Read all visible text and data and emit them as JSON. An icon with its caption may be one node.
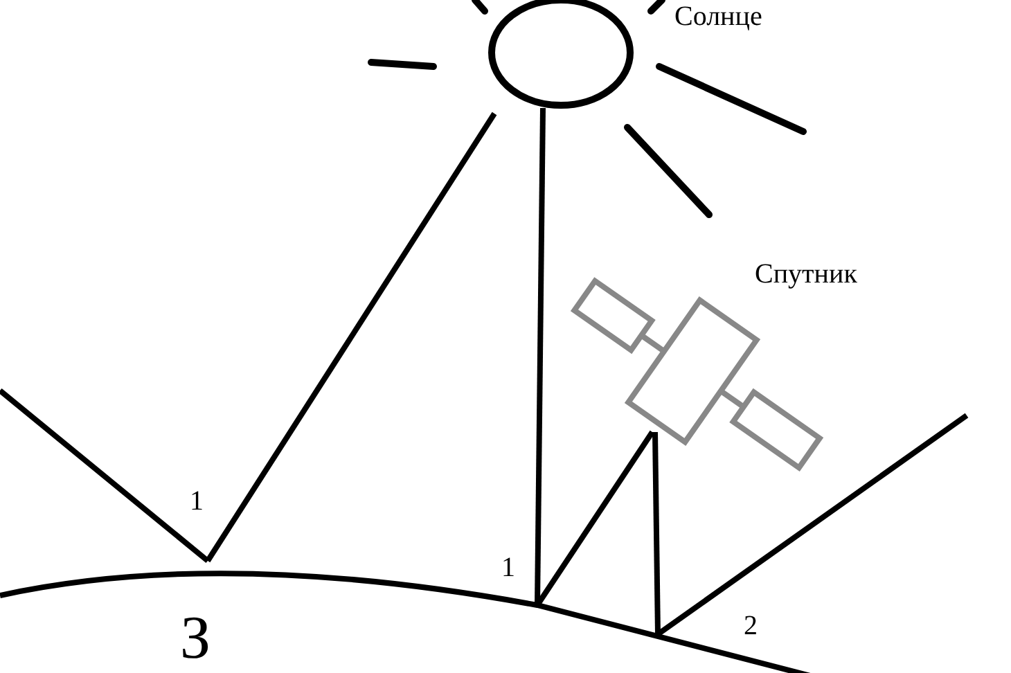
{
  "diagram": {
    "nodes": [
      {
        "text": [
          "Солнце"
        ]
      },
      {
        "text": [],
        "shape": "picture",
        "beside": [
          "Спутник"
        ]
      },
      {
        "text": [
          "З"
        ]
      }
    ],
    "edges": [
      {
        "from": 0,
        "to": 2,
        "arrow": "none"
      },
      {
        "from": 0,
        "to": 2,
        "arrow": "none"
      },
      {
        "from": 2,
        "to": null,
        "arrow": "none"
      },
      {
        "from": 2,
        "to": 1,
        "arrow": "none"
      },
      {
        "from": 1,
        "to": 2,
        "arrow": "none"
      },
      {
        "from": 2,
        "to": null,
        "arrow": "none"
      }
    ],
    "labels": [
      "1",
      "1",
      "2"
    ]
  }
}
